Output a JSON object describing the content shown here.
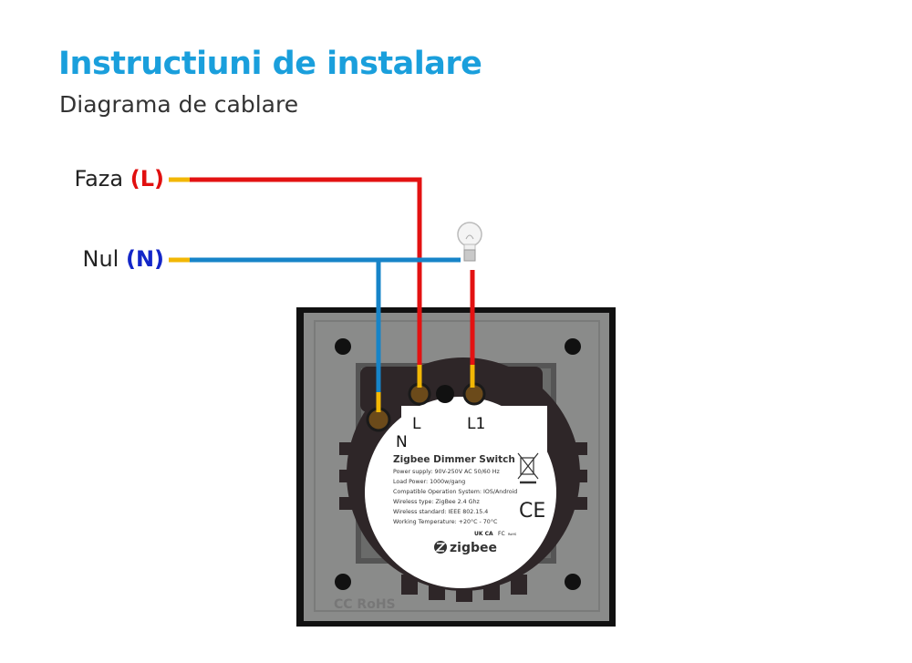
{
  "header": {
    "title": "Instructiuni de instalare",
    "subtitle": "Diagrama de cablare"
  },
  "wires": {
    "phase": {
      "label": "Faza",
      "code": "(L)",
      "code_color": "#e10f0f",
      "wire_color": "#e31212"
    },
    "neutral": {
      "label": "Nul",
      "code": "(N)",
      "code_color": "#1326c8",
      "wire_color": "#1784c8"
    },
    "tip_color": "#f2b705"
  },
  "device": {
    "terminals": {
      "n": "N",
      "l": "L",
      "l1": "L1"
    },
    "label": {
      "title": "Zigbee Dimmer Switch",
      "lines": [
        "Power supply: 90V-250V AC 50/60 Hz",
        "Load Power: 1000w/gang",
        "Compatible Operation System: IOS/Android",
        "Wireless type: ZigBee 2.4 Ghz",
        "Wireless standard: IEEE 802.15.4",
        "Working Temperature: +20°C - 70°C"
      ],
      "ce_mark": "CE",
      "ukca_mark": "UK CA",
      "fc_mark": "FC",
      "rohs_mark": "RoHS",
      "brand": "zigbee"
    },
    "plate_marks": "CC RoHS"
  }
}
